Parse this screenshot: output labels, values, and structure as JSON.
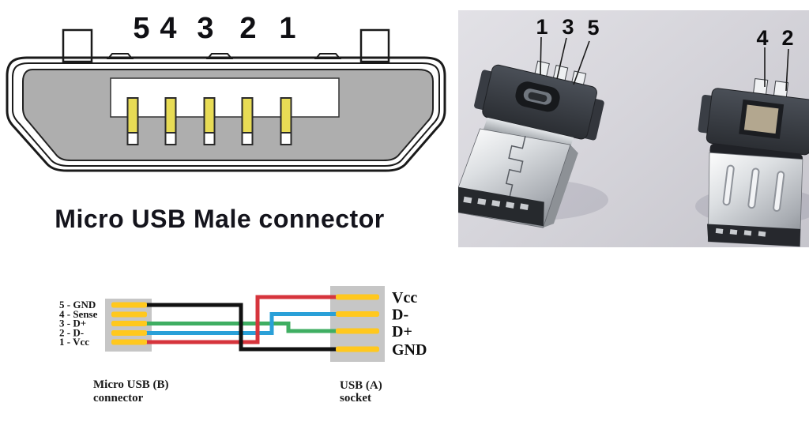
{
  "diagram": {
    "pin_numbers": [
      "5",
      "4",
      "3",
      "2",
      "1"
    ],
    "title": "Micro USB Male connector",
    "body_gray": "#aeaeae",
    "pin_yellow": "#e8dc55"
  },
  "photo": {
    "left_connector_labels": [
      "1",
      "3",
      "5"
    ],
    "right_connector_labels": [
      "4",
      "2"
    ],
    "background": "#d2d1d7"
  },
  "wiring": {
    "micro_pin_labels": [
      "5 - GND",
      "4 - Sense",
      "3 - D+",
      "2 - D-",
      "1 - Vcc"
    ],
    "usb_pin_labels": [
      "Vcc",
      "D-",
      "D+",
      "GND"
    ],
    "micro_caption_line1": "Micro USB (B)",
    "micro_caption_line2": "connector",
    "usb_caption_line1": "USB (A)",
    "usb_caption_line2": "socket",
    "wire_colors": {
      "gnd": "#111111",
      "dplus": "#3fae62",
      "dminus": "#2aa0d8",
      "vcc": "#d6343c"
    },
    "pin_color": "#ffc81e",
    "block_color": "#c6c6c6"
  }
}
